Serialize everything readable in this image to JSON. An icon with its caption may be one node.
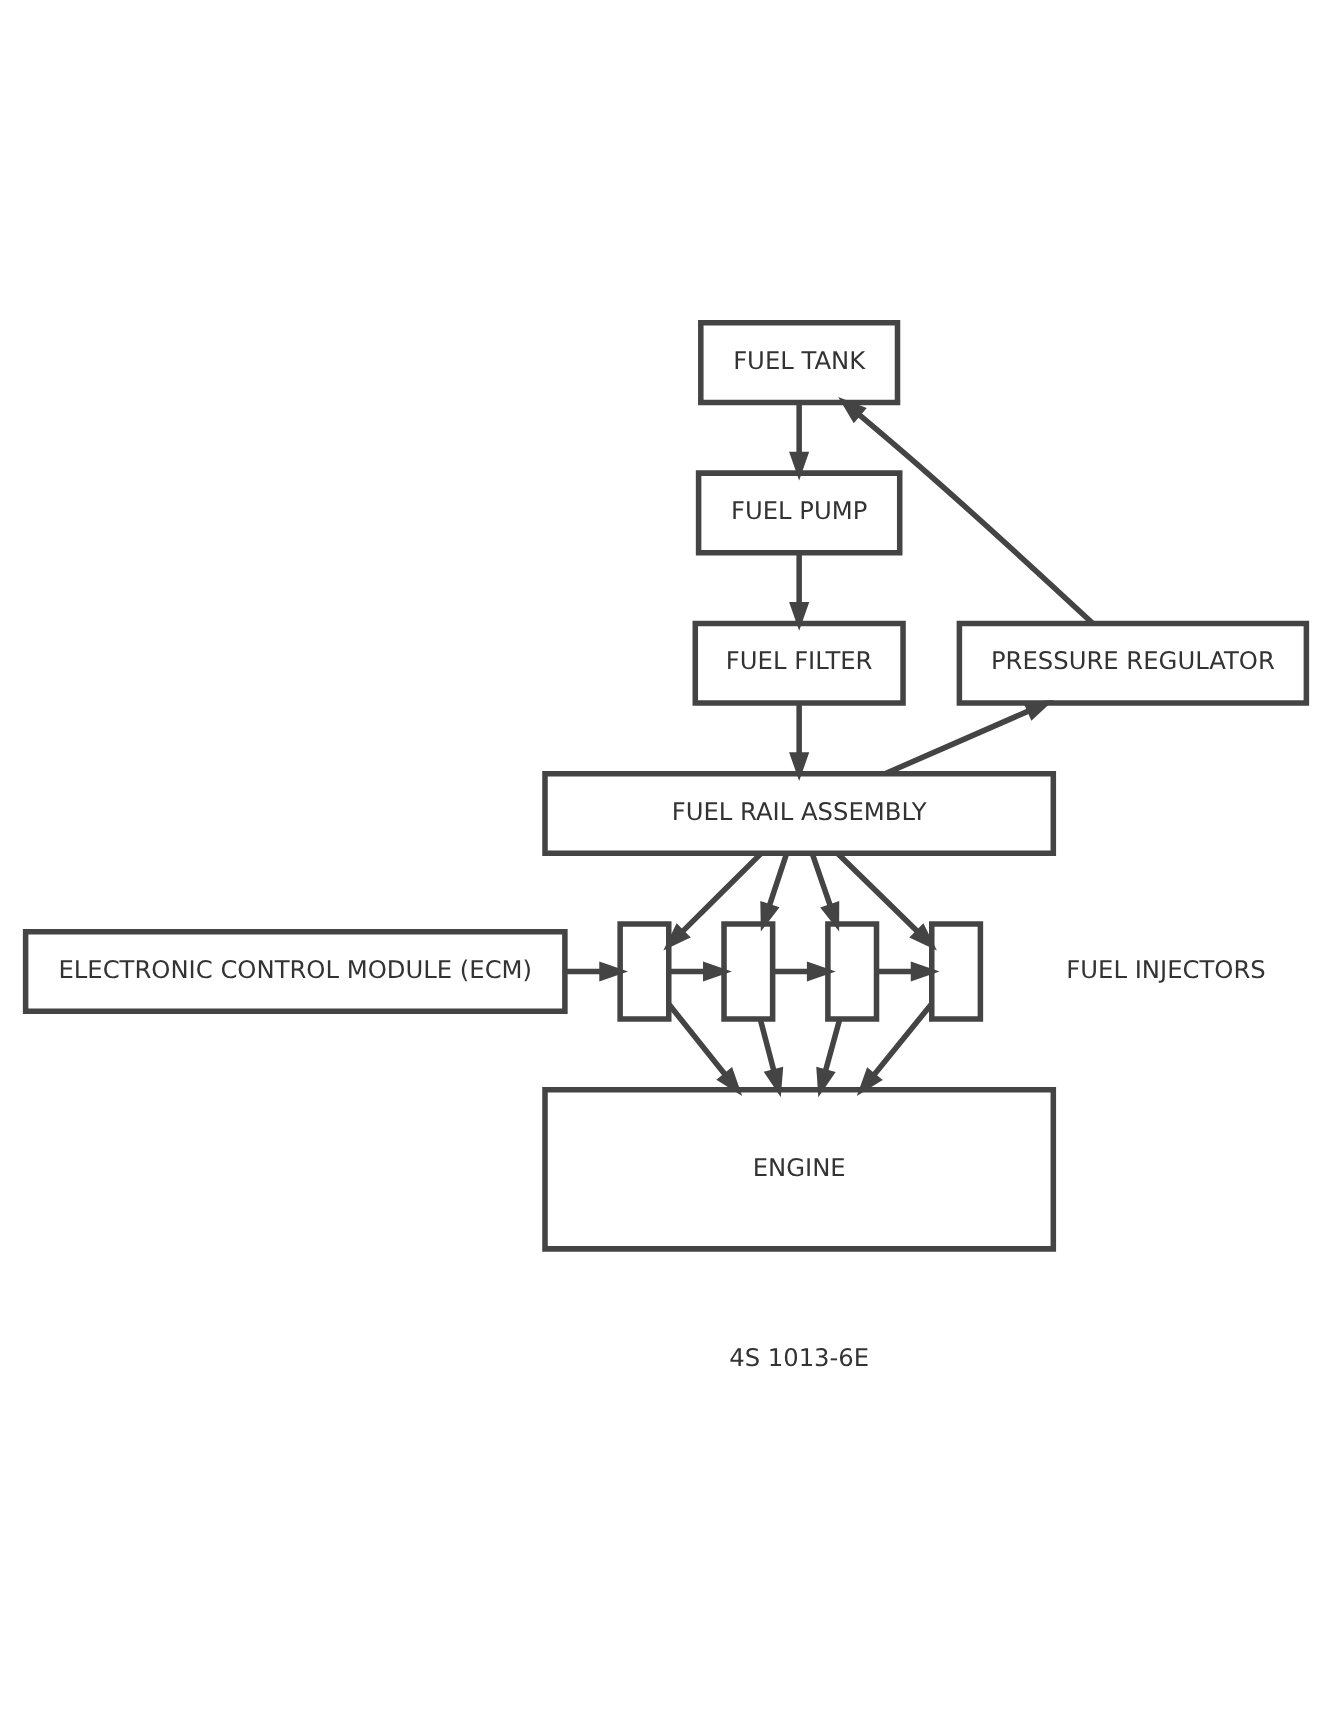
{
  "diagram": {
    "nodes": [
      {
        "text": [
          "FUEL TANK"
        ]
      },
      {
        "text": [
          "FUEL PUMP"
        ]
      },
      {
        "text": [
          "FUEL FILTER"
        ]
      },
      {
        "text": [
          "PRESSURE REGULATOR"
        ]
      },
      {
        "text": [
          "FUEL RAIL ASSEMBLY"
        ]
      },
      {
        "text": [
          "ELECTRONIC CONTROL MODULE (ECM)"
        ]
      },
      {
        "text": [],
        "shape": "box"
      },
      {
        "text": [],
        "shape": "box"
      },
      {
        "text": [],
        "shape": "box"
      },
      {
        "text": [],
        "shape": "box"
      },
      {
        "text": [
          "ENGINE"
        ]
      }
    ],
    "edges": [
      {
        "from": 0,
        "to": 1,
        "arrow": "to"
      },
      {
        "from": 1,
        "to": 2,
        "arrow": "to"
      },
      {
        "from": 2,
        "to": 4,
        "arrow": "to"
      },
      {
        "from": 4,
        "to": 3,
        "arrow": "to"
      },
      {
        "from": 3,
        "to": 0,
        "arrow": "to"
      },
      {
        "from": 4,
        "to": 6,
        "arrow": "to"
      },
      {
        "from": 4,
        "to": 7,
        "arrow": "to"
      },
      {
        "from": 4,
        "to": 8,
        "arrow": "to"
      },
      {
        "from": 4,
        "to": 9,
        "arrow": "to"
      },
      {
        "from": 5,
        "to": 6,
        "arrow": "to"
      },
      {
        "from": 6,
        "to": 7,
        "arrow": "to"
      },
      {
        "from": 7,
        "to": 8,
        "arrow": "to"
      },
      {
        "from": 8,
        "to": 9,
        "arrow": "to"
      },
      {
        "from": 6,
        "to": 10,
        "arrow": "to"
      },
      {
        "from": 7,
        "to": 10,
        "arrow": "to"
      },
      {
        "from": 8,
        "to": 10,
        "arrow": "to"
      },
      {
        "from": 9,
        "to": 10,
        "arrow": "to"
      }
    ],
    "labels": [
      "FUEL INJECTORS",
      "4S 1013-6E"
    ]
  }
}
